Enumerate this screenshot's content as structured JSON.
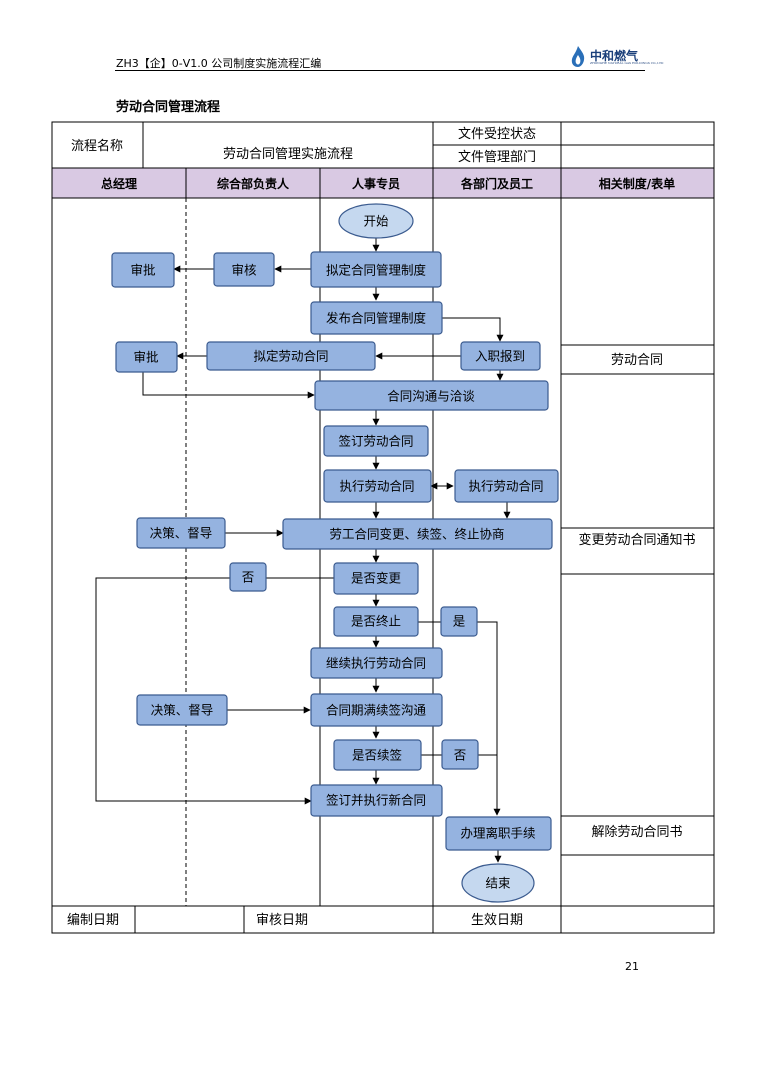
{
  "header": {
    "doc_code": "ZH3【企】0-V1.0 公司制度实施流程汇编",
    "logo_text": "中和燃气",
    "logo_sub": "ZHONGHE NATURAL GAS HOLDINGS CO.,LTD"
  },
  "page_title": "劳动合同管理流程",
  "table": {
    "process_name_label": "流程名称",
    "process_name": "劳动合同管理实施流程",
    "control_status_label": "文件受控状态",
    "control_status_value": "",
    "dept_label": "文件管理部门",
    "dept_value": "",
    "lanes": [
      "总经理",
      "综合部负责人",
      "人事专员",
      "各部门及员工",
      "相关制度/表单"
    ],
    "forms": [
      "劳动合同",
      "变更劳动合同通知书",
      "解除劳动合同书"
    ],
    "footer": {
      "compiled_label": "编制日期",
      "reviewed_label": "审核日期",
      "effective_label": "生效日期"
    }
  },
  "flow": {
    "start": "开始",
    "approve1": "审批",
    "review": "审核",
    "draft_policy": "拟定合同管理制度",
    "publish_policy": "发布合同管理制度",
    "approve2": "审批",
    "draft_contract": "拟定劳动合同",
    "onboard": "入职报到",
    "negotiate": "合同沟通与洽谈",
    "sign_contract": "签订劳动合同",
    "execute_hr": "执行劳动合同",
    "execute_emp": "执行劳动合同",
    "decide1": "决策、督导",
    "change_negotiate": "劳工合同变更、续签、终止协商",
    "no1": "否",
    "is_change": "是否变更",
    "is_terminate": "是否终止",
    "yes1": "是",
    "continue_exec": "继续执行劳动合同",
    "decide2": "决策、督导",
    "expire_renew": "合同期满续签沟通",
    "is_renew": "是否续签",
    "no2": "否",
    "sign_new": "签订并执行新合同",
    "resign": "办理离职手续",
    "end": "结束"
  },
  "colors": {
    "box_fill": "#95b3e0",
    "box_stroke": "#3b5b8f",
    "start_fill": "#c5d8ef",
    "lane_header_fill": "#d9c9e3"
  },
  "page_number": "21"
}
